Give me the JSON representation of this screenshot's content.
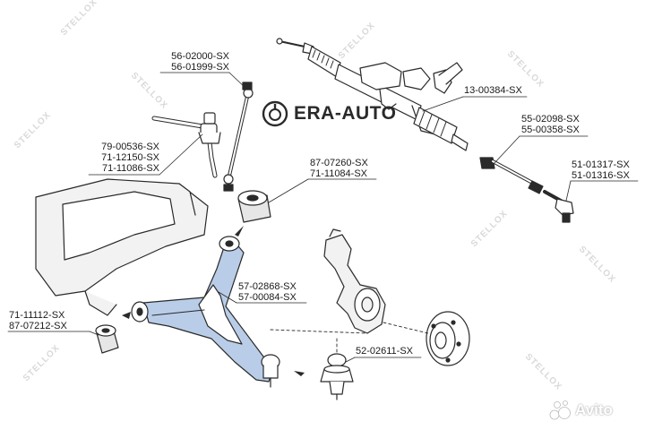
{
  "brand": {
    "name": "ERA-AUTO",
    "accent": "#2a2a2a"
  },
  "watermark": {
    "text": "STELLOX"
  },
  "marketplace": {
    "name": "Avito"
  },
  "colors": {
    "highlight": "#b9cde8",
    "outline": "#2a2a2a",
    "label_link": "#2f6fb0"
  },
  "parts": [
    {
      "id": "stab-link",
      "numbers": [
        "56-02000-SX",
        "56-01999-SX"
      ]
    },
    {
      "id": "steering-rack",
      "numbers": [
        "13-00384-SX"
      ]
    },
    {
      "id": "stab-bushing",
      "numbers": [
        "79-00536-SX",
        "71-12150-SX",
        "71-11086-SX"
      ]
    },
    {
      "id": "tie-rod-axial",
      "numbers": [
        "55-02098-SX",
        "55-00358-SX"
      ]
    },
    {
      "id": "rear-arm-bushing",
      "numbers": [
        "87-07260-SX",
        "71-11084-SX"
      ]
    },
    {
      "id": "tie-rod-end",
      "numbers": [
        "51-01317-SX",
        "51-01316-SX"
      ]
    },
    {
      "id": "control-arm",
      "numbers": [
        "57-02868-SX",
        "57-00084-SX"
      ]
    },
    {
      "id": "front-arm-bushing",
      "numbers": [
        "71-11112-SX",
        "87-07212-SX"
      ]
    },
    {
      "id": "ball-joint",
      "numbers": [
        "52-02611-SX"
      ]
    }
  ]
}
